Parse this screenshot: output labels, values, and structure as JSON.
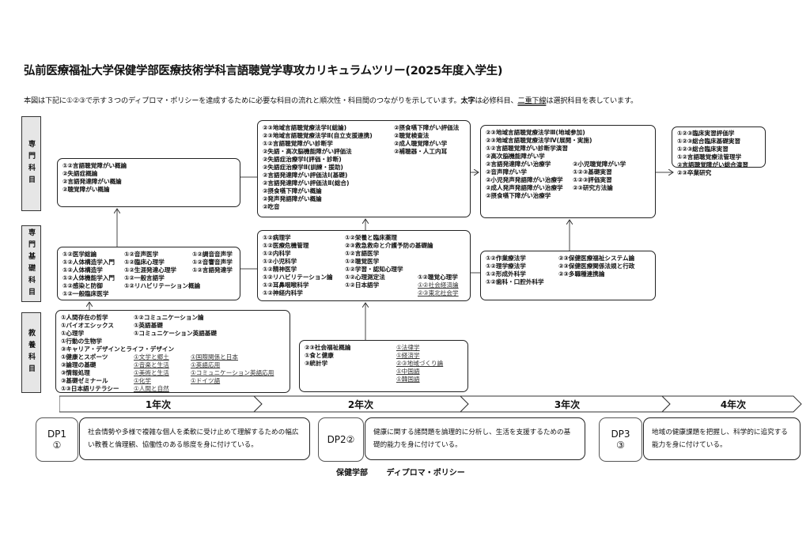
{
  "title": "弘前医療福祉大学保健学部医療技術学科言語聴覚学専攻カリキュラムツリー(2025年度入学生)",
  "description": {
    "part1": "本図は下記に①②③で示す３つのディプロマ・ポリシーを達成するために必要な科目の流れと順次性・科目間のつながりを示しています。",
    "bold_word": "太字",
    "part2": "は必修科目、",
    "underline_word": "二重下線",
    "part3": "は選択科目を表しています。"
  },
  "categories": [
    "専門科目",
    "専門基礎科目",
    "教養科目"
  ],
  "years": [
    "1年次",
    "2年次",
    "3年次",
    "4年次"
  ],
  "boxes": {
    "y1_senmon": [
      [
        {
          "t": "①②言語聴覚障がい概論"
        },
        {
          "t": "②失語症概論"
        },
        {
          "t": "②言語発達障がい概論"
        },
        {
          "t": "②聴覚障がい概論"
        }
      ]
    ],
    "y1_kiso": [
      [
        {
          "t": "①②医学総論"
        },
        {
          "t": "①②人体構造学入門"
        },
        {
          "t": "①②人体構造学"
        },
        {
          "t": "①②人体機能学入門"
        },
        {
          "t": "①②感染と防御"
        },
        {
          "t": "①②一般臨床医学"
        }
      ],
      [
        {
          "t": "①②音声医学"
        },
        {
          "t": "①②臨床心理学"
        },
        {
          "t": "①②生涯発達心理学"
        },
        {
          "t": "①②一般言語学"
        },
        {
          "t": "　　　　　①②リハビリテーション概論"
        }
      ],
      [
        {
          "t": "①②調音音声学"
        },
        {
          "t": "①②音響音声学"
        },
        {
          "t": "①②言語発達学"
        }
      ]
    ],
    "y1_kyoyo": [
      [
        {
          "t": "①人間存在の哲学"
        },
        {
          "t": "①バイオエシックス"
        },
        {
          "t": "①心理学"
        },
        {
          "t": "①行動の生物学"
        },
        {
          "t": "③キャリア・デザインとライフ・デザイン"
        },
        {
          "t": "①健康とスポーツ"
        },
        {
          "t": "③論理の基礎"
        },
        {
          "t": "③情報処理"
        },
        {
          "t": "③基礎ゼミナール"
        },
        {
          "t": "①③日本語リテラシー"
        }
      ],
      [
        {
          "t": "①②コミュニケーション論"
        },
        {
          "t": "①英語基礎"
        },
        {
          "t": "①コミュニケーション英語基礎"
        },
        {
          "t": " "
        },
        {
          "t": " "
        },
        {
          "t": "①文学と郷土",
          "e": true
        },
        {
          "t": "①音楽と生活",
          "e": true
        },
        {
          "t": "①美術と生活",
          "e": true
        },
        {
          "t": "①化学",
          "e": true
        },
        {
          "t": "①人間と自然",
          "e": true
        }
      ],
      [
        {
          "t": " "
        },
        {
          "t": " "
        },
        {
          "t": " "
        },
        {
          "t": " "
        },
        {
          "t": " "
        },
        {
          "t": "①国際関係と日本",
          "e": true
        },
        {
          "t": "①英語応用",
          "e": true
        },
        {
          "t": "①コミュニケーション英語応用",
          "e": true
        },
        {
          "t": "①ドイツ語",
          "e": true
        }
      ]
    ],
    "y2_senmon": [
      [
        {
          "t": "②③地域言語聴覚療法学Ⅰ(総論)"
        },
        {
          "t": "②③地域言語聴覚療法学Ⅱ(自立支援連携)"
        },
        {
          "t": "①②言語聴覚障がい診断学"
        },
        {
          "t": "②失語・高次脳機能障がい評価法"
        },
        {
          "t": "②失語症治療学Ⅰ(評価・診断)"
        },
        {
          "t": "②失語症治療学Ⅱ(訓練・援助)"
        },
        {
          "t": "②言語発達障がい評価法Ⅰ(基礎)"
        },
        {
          "t": "②言語発達障がい評価法Ⅱ(総合)"
        },
        {
          "t": "②摂食嚥下障がい概論"
        },
        {
          "t": "②発声発語障がい概論"
        },
        {
          "t": "②吃音"
        }
      ],
      [
        {
          "t": "②摂食嚥下障がい評価法"
        },
        {
          "t": "②聴覚検査法"
        },
        {
          "t": "②成人聴覚障がい学"
        },
        {
          "t": "②補聴器・人工内耳"
        }
      ]
    ],
    "y2_kiso": [
      [
        {
          "t": "①②病理学"
        },
        {
          "t": "①②医療危機管理"
        },
        {
          "t": "①②内科学"
        },
        {
          "t": "①②小児科学"
        },
        {
          "t": "①②精神医学"
        },
        {
          "t": "①②リハビリテーション論"
        },
        {
          "t": "①②耳鼻咽喉科学"
        },
        {
          "t": "①②神経内科学"
        }
      ],
      [
        {
          "t": "①②栄養と臨床薬理"
        },
        {
          "t": "②③救急救命と介護予防の基礎論"
        },
        {
          "t": "①②言語医学"
        },
        {
          "t": "①②聴覚医学"
        },
        {
          "t": "①②学習・認知心理学"
        },
        {
          "t": "①②心理測定法"
        },
        {
          "t": "①②日本語学"
        }
      ],
      [
        {
          "t": " "
        },
        {
          "t": " "
        },
        {
          "t": " "
        },
        {
          "t": " "
        },
        {
          "t": " "
        },
        {
          "t": "①②聴覚心理学"
        },
        {
          "t": "①②社会経済論",
          "e": true
        },
        {
          "t": "②③東北社会学",
          "e": true
        }
      ]
    ],
    "y2_kyoyo": [
      [
        {
          "t": "②③社会福祉概論"
        },
        {
          "t": "①食と健康"
        },
        {
          "t": "③統計学"
        }
      ],
      [
        {
          "t": "①法律学",
          "e": true
        },
        {
          "t": "①経済学",
          "e": true
        },
        {
          "t": "②③地域づくり論",
          "e": true
        },
        {
          "t": "①中国語",
          "e": true
        },
        {
          "t": "①韓国語",
          "e": true
        }
      ]
    ],
    "y3_senmon": [
      [
        {
          "t": "②③地域言語聴覚療法学Ⅲ(地域参加)"
        },
        {
          "t": "②③地域言語聴覚療法学Ⅳ(展開・実施)"
        },
        {
          "t": "①②言語聴覚障がい診断学演習"
        },
        {
          "t": "②高次脳機能障がい学"
        },
        {
          "t": "②言語発達障がい治療学"
        },
        {
          "t": "②音声障がい学"
        },
        {
          "t": "②小児発声発語障がい治療学"
        },
        {
          "t": "②成人発声発語障がい治療学"
        },
        {
          "t": "②摂食嚥下障がい治療学"
        }
      ],
      [
        {
          "t": " "
        },
        {
          "t": " "
        },
        {
          "t": " "
        },
        {
          "t": " "
        },
        {
          "t": "②小児聴覚障がい学"
        },
        {
          "t": "①②③基礎実習"
        },
        {
          "t": "①②③評価実習"
        },
        {
          "t": "②③研究方法論"
        }
      ]
    ],
    "y3_kiso": [
      [
        {
          "t": "①②作業療法学"
        },
        {
          "t": "①②理学療法学"
        },
        {
          "t": "①②形成外科学"
        },
        {
          "t": "①②歯科・口腔外科学"
        }
      ],
      [
        {
          "t": "②③保健医療福祉システム論"
        },
        {
          "t": "②③保健医療関係法規と行政"
        },
        {
          "t": "②③多職種連携論"
        }
      ]
    ],
    "y4_senmon": [
      [
        {
          "t": "①②③臨床実習評価学"
        },
        {
          "t": "①②③総合臨床基礎実習"
        },
        {
          "t": "①②③総合臨床実習"
        },
        {
          "t": "①②言語聴覚療法管理学"
        },
        {
          "t": "②言語聴覚障がい総合演習"
        },
        {
          "t": "②③卒業研究"
        }
      ]
    ]
  },
  "diploma_policies": [
    {
      "label": "DP1",
      "mark": "①",
      "text": "社会情勢や多様で複雑な個人を柔軟に受け止めて理解するための幅広い教養と倫理観、協働性のある態度を身に付けている。"
    },
    {
      "label": "DP2②",
      "mark": "",
      "text": "健康に関する諸問題を論理的に分析し、生活を支援するための基礎的能力を身に付けている。"
    },
    {
      "label": "DP3",
      "mark": "③",
      "text": "地域の健康課題を把握し、科学的に追究する能力を身に付けている。"
    }
  ],
  "footer": {
    "dept": "保健学部",
    "policy": "ディプロマ・ポリシー"
  }
}
